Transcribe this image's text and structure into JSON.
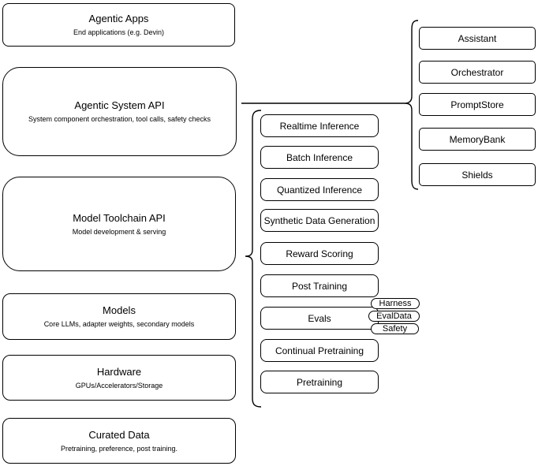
{
  "layers": [
    {
      "title": "Agentic Apps",
      "subtitle": "End applications (e.g. Devin)"
    },
    {
      "title": "Agentic System API",
      "subtitle": "System component orchestration, tool calls, safety checks"
    },
    {
      "title": "Model Toolchain API",
      "subtitle": "Model development & serving"
    },
    {
      "title": "Models",
      "subtitle": "Core LLMs, adapter weights, secondary models"
    },
    {
      "title": "Hardware",
      "subtitle": "GPUs/Accelerators/Storage"
    },
    {
      "title": "Curated Data",
      "subtitle": "Pretraining, preference, post training."
    }
  ],
  "toolchain": {
    "items": [
      "Realtime Inference",
      "Batch Inference",
      "Quantized Inference",
      "Synthetic Data Generation",
      "Reward Scoring",
      "Post Training",
      "Evals",
      "Continual Pretraining",
      "Pretraining"
    ]
  },
  "evals_tags": [
    "Harness",
    "EvalData",
    "Safety"
  ],
  "system_components": [
    "Assistant",
    "Orchestrator",
    "PromptStore",
    "MemoryBank",
    "Shields"
  ],
  "colors": {
    "stroke": "#000000",
    "fill": "#ffffff",
    "text": "#000000"
  }
}
